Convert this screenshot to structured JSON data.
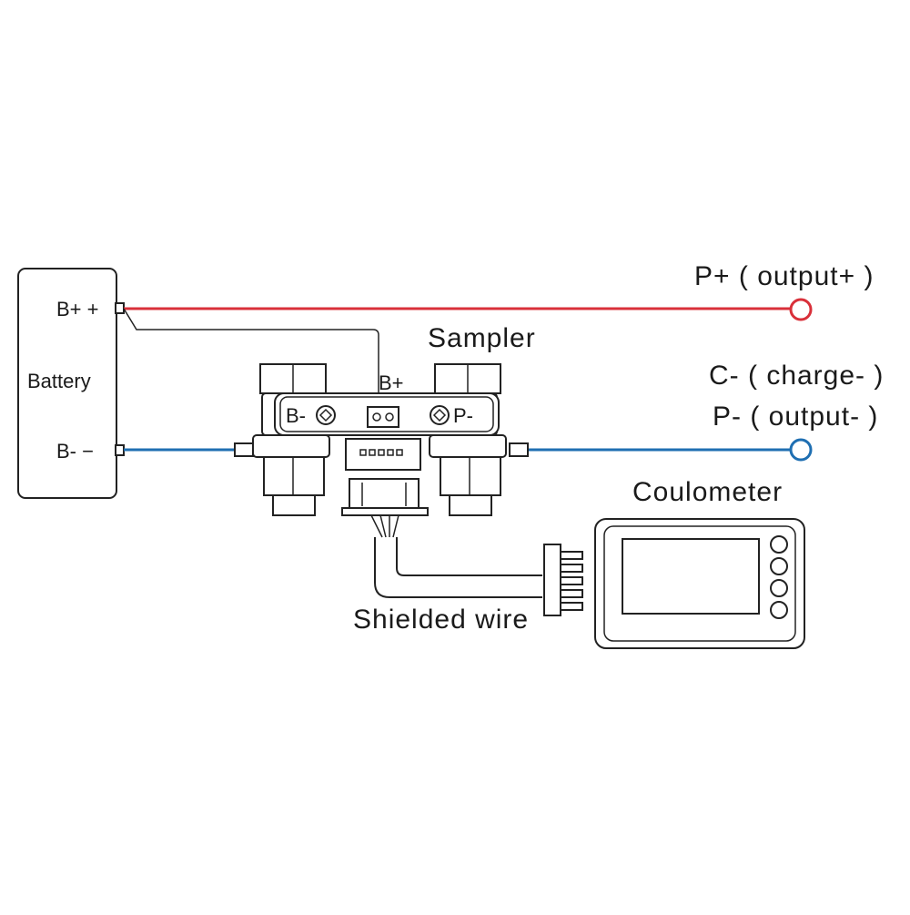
{
  "battery": {
    "label": "Battery",
    "pos_terminal": "B+ +",
    "neg_terminal": "B- −"
  },
  "sampler": {
    "label": "Sampler",
    "b_plus": "B+",
    "b_minus": "B-",
    "p_minus": "P-"
  },
  "outputs": {
    "p_plus": "P+ ( output+ )",
    "c_minus": "C- ( charge- )",
    "p_minus": "P- ( output- )"
  },
  "coulometer": {
    "label": "Coulometer"
  },
  "shielded_wire": {
    "label": "Shielded wire"
  },
  "colors": {
    "positive_wire": "#d9303a",
    "negative_wire": "#1f6fb2",
    "outline": "#222222"
  }
}
